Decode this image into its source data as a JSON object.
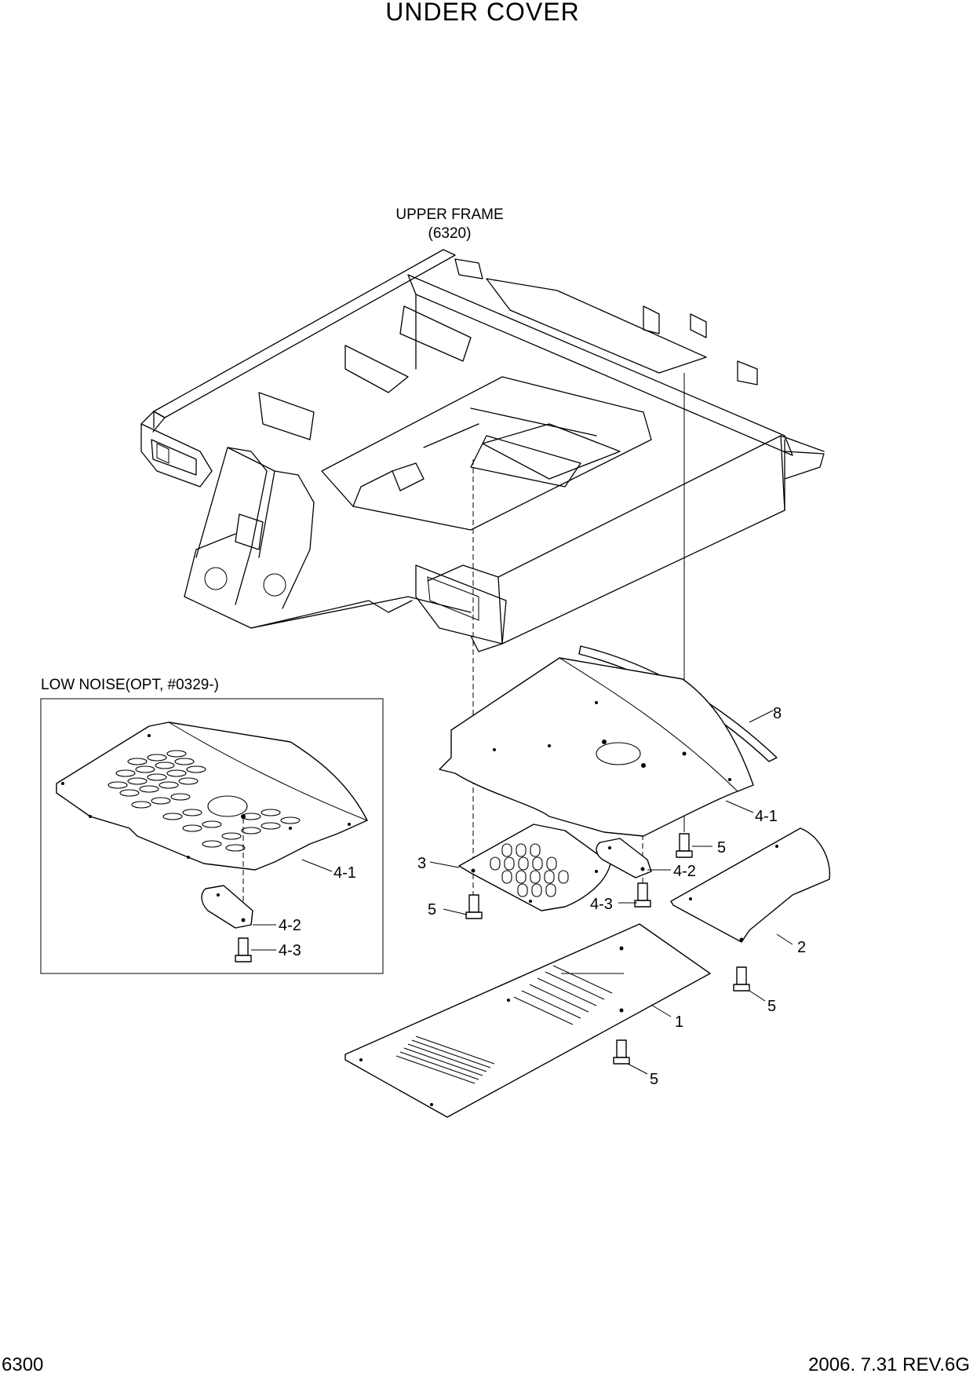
{
  "page": {
    "title": "UNDER COVER",
    "page_number": "6300",
    "revision": "2006. 7.31  REV.6G"
  },
  "references": {
    "upper_frame_label": "UPPER FRAME",
    "upper_frame_code": "(6320)",
    "low_noise_label": "LOW NOISE(OPT, #0329-)"
  },
  "callouts": {
    "main": [
      {
        "id": "c8",
        "text": "8"
      },
      {
        "id": "c4_1",
        "text": "4-1"
      },
      {
        "id": "c5_a",
        "text": "5"
      },
      {
        "id": "c3",
        "text": "3"
      },
      {
        "id": "c4_2",
        "text": "4-2"
      },
      {
        "id": "c4_3",
        "text": "4-3"
      },
      {
        "id": "c5_b",
        "text": "5"
      },
      {
        "id": "c2",
        "text": "2"
      },
      {
        "id": "c5_c",
        "text": "5"
      },
      {
        "id": "c1",
        "text": "1"
      },
      {
        "id": "c5_d",
        "text": "5"
      }
    ],
    "inset": [
      {
        "id": "i4_1",
        "text": "4-1"
      },
      {
        "id": "i4_2",
        "text": "4-2"
      },
      {
        "id": "i4_3",
        "text": "4-3"
      }
    ]
  }
}
